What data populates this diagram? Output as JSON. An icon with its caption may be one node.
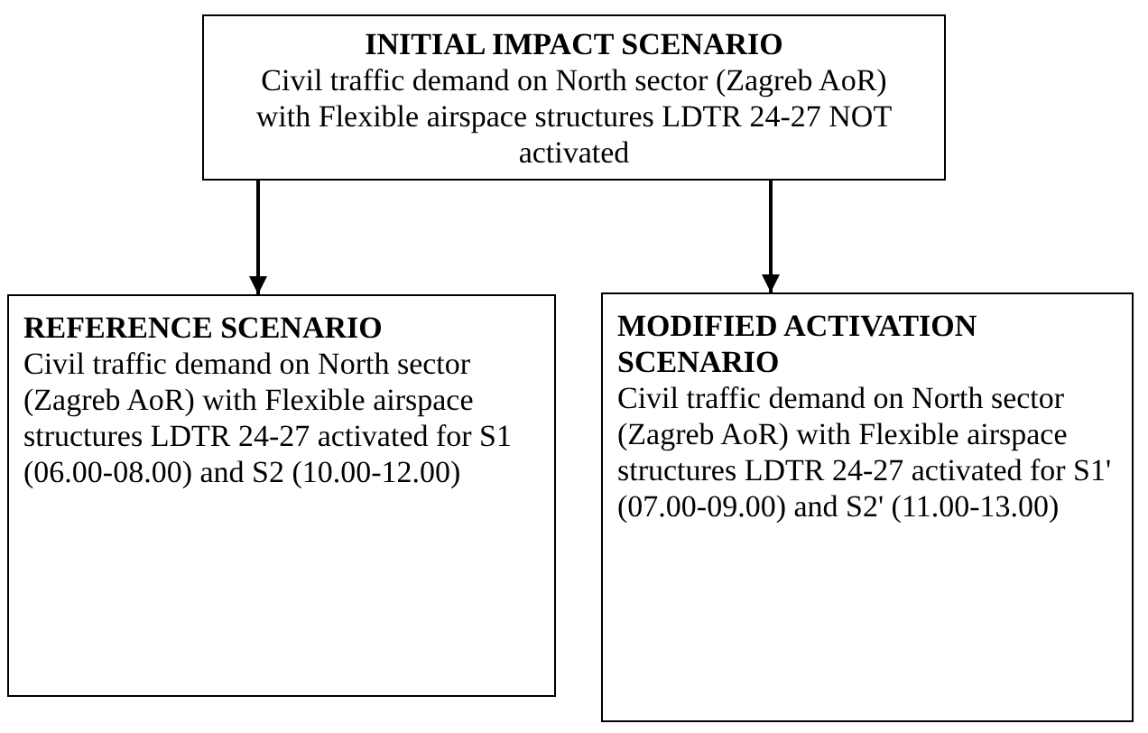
{
  "diagram": {
    "nodes": [
      {
        "text": [
          "INITIAL IMPACT SCENARIO",
          "Civil traffic demand on North sector (Zagreb AoR) with Flexible airspace structures LDTR 24-27 NOT activated"
        ]
      },
      {
        "text": [
          "REFERENCE SCENARIO",
          "Civil traffic demand on North sector (Zagreb AoR) with Flexible airspace structures LDTR 24-27 activated for S1 (06.00-08.00) and S2 (10.00-12.00)"
        ]
      },
      {
        "text": [
          "MODIFIED ACTIVATION SCENARIO",
          "Civil traffic demand on North sector (Zagreb AoR) with Flexible airspace structures LDTR 24-27 activated for S1' (07.00-09.00) and S2' (11.00-13.00)"
        ]
      }
    ],
    "edges": [
      {
        "from": 0,
        "to": 1,
        "arrow": "to"
      },
      {
        "from": 0,
        "to": 2,
        "arrow": "to"
      }
    ]
  }
}
